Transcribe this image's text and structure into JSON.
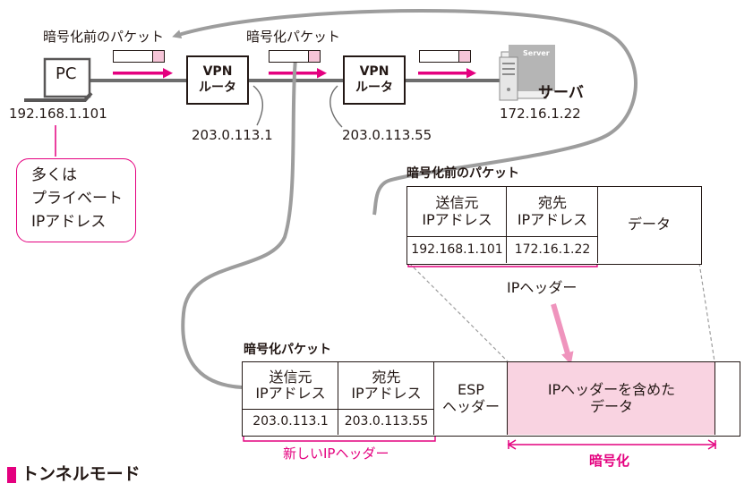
{
  "pc": {
    "label": "PC",
    "ip": "192.168.1.101"
  },
  "note": {
    "line1": "多くは",
    "line2": "プライベート",
    "line3": "IPアドレス"
  },
  "router1": {
    "line1": "VPN",
    "line2": "ルータ",
    "ip": "203.0.113.1"
  },
  "router2": {
    "line1": "VPN",
    "line2": "ルータ",
    "ip": "203.0.113.55"
  },
  "server": {
    "badge": "Server",
    "label": "サーバ",
    "ip": "172.16.1.22"
  },
  "top_labels": {
    "before": "暗号化前のパケット",
    "encrypted": "暗号化パケット"
  },
  "packet_before": {
    "title": "暗号化前のパケット",
    "src_line1": "送信元",
    "src_line2": "IPアドレス",
    "dst_line1": "宛先",
    "dst_line2": "IPアドレス",
    "data": "データ",
    "src_ip": "192.168.1.101",
    "dst_ip": "172.16.1.22",
    "header_label": "IPヘッダー"
  },
  "packet_encrypted": {
    "title": "暗号化パケット",
    "src_line1": "送信元",
    "src_line2": "IPアドレス",
    "dst_line1": "宛先",
    "dst_line2": "IPアドレス",
    "esp_line1": "ESP",
    "esp_line2": "ヘッダー",
    "payload_line1": "IPヘッダーを含めた",
    "payload_line2": "データ",
    "src_ip": "203.0.113.1",
    "dst_ip": "203.0.113.55",
    "new_header_label": "新しいIPヘッダー",
    "encrypted_label": "暗号化"
  },
  "caption": "トンネルモード",
  "colors": {
    "accent": "#e4007f",
    "pink_fill": "#f9d3e1",
    "pink_arrow": "#ef94bd",
    "gray": "#9d9d9d",
    "ink": "#231815"
  }
}
